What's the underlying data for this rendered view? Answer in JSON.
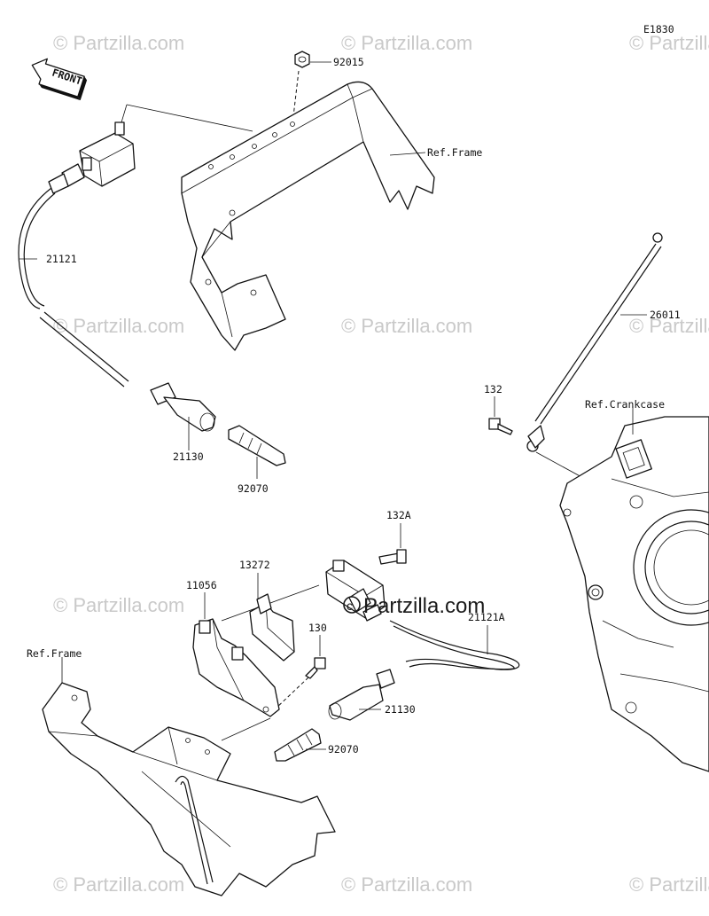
{
  "diagram_code": "E1830",
  "front_label": "FRONT",
  "watermark": "© Partzilla.com",
  "brand_center": "©Partzilla.com",
  "parts": {
    "p92015": "92015",
    "p21121": "21121",
    "p21130_top": "21130",
    "p92070_top": "92070",
    "p26011": "26011",
    "p132": "132",
    "p132A": "132A",
    "p13272": "13272",
    "p11056": "11056",
    "p130": "130",
    "p21121A": "21121A",
    "p21130_bottom": "21130",
    "p92070_bottom": "92070"
  },
  "refs": {
    "frame_top": "Ref.Frame",
    "crankcase": "Ref.Crankcase",
    "frame_bottom": "Ref.Frame"
  }
}
